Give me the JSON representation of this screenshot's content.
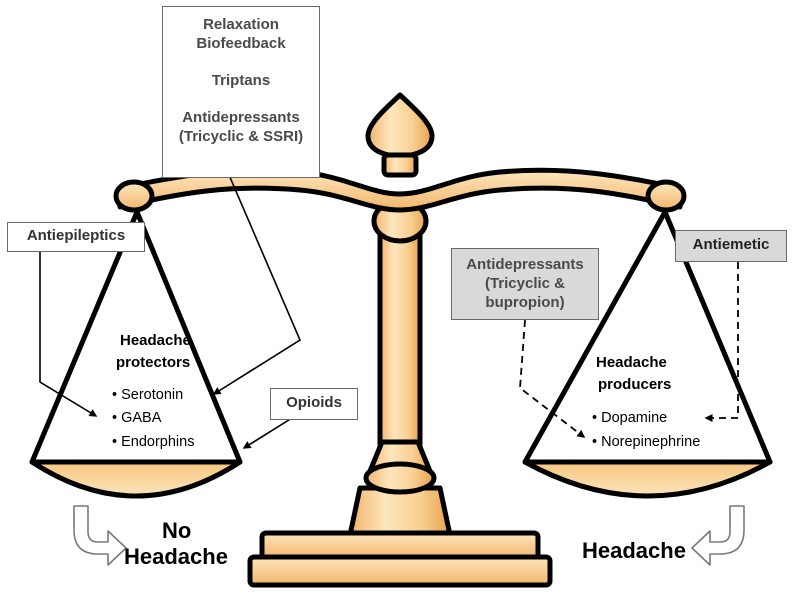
{
  "top_box": {
    "line1": "Relaxation",
    "line2": "Biofeedback",
    "line3": "Triptans",
    "line4": "Antidepressants",
    "line5": "(Tricyclic & SSRI)"
  },
  "antiepileptics": "Antiepileptics",
  "opioids": "Opioids",
  "antiemetic": "Antiemetic",
  "antidep_right": {
    "line1": "Antidepressants",
    "line2": "(Tricyclic &",
    "line3": "bupropion)"
  },
  "left_pan": {
    "heading1": "Headache",
    "heading2": "protectors",
    "items": [
      "• Serotonin",
      "• GABA",
      "• Endorphins"
    ]
  },
  "right_pan": {
    "heading1": "Headache",
    "heading2": "producers",
    "items": [
      "• Dopamine",
      "• Norepinephrine"
    ]
  },
  "outcome_left": {
    "line1": "No",
    "line2": "Headache"
  },
  "outcome_right": "Headache",
  "colors": {
    "brass_light": "#fde4b5",
    "brass_mid": "#f6c37e",
    "brass_dark": "#e59a3f",
    "outline": "#000000",
    "gray_box": "#d9d9d9",
    "box_text": "#4a4a4a"
  }
}
